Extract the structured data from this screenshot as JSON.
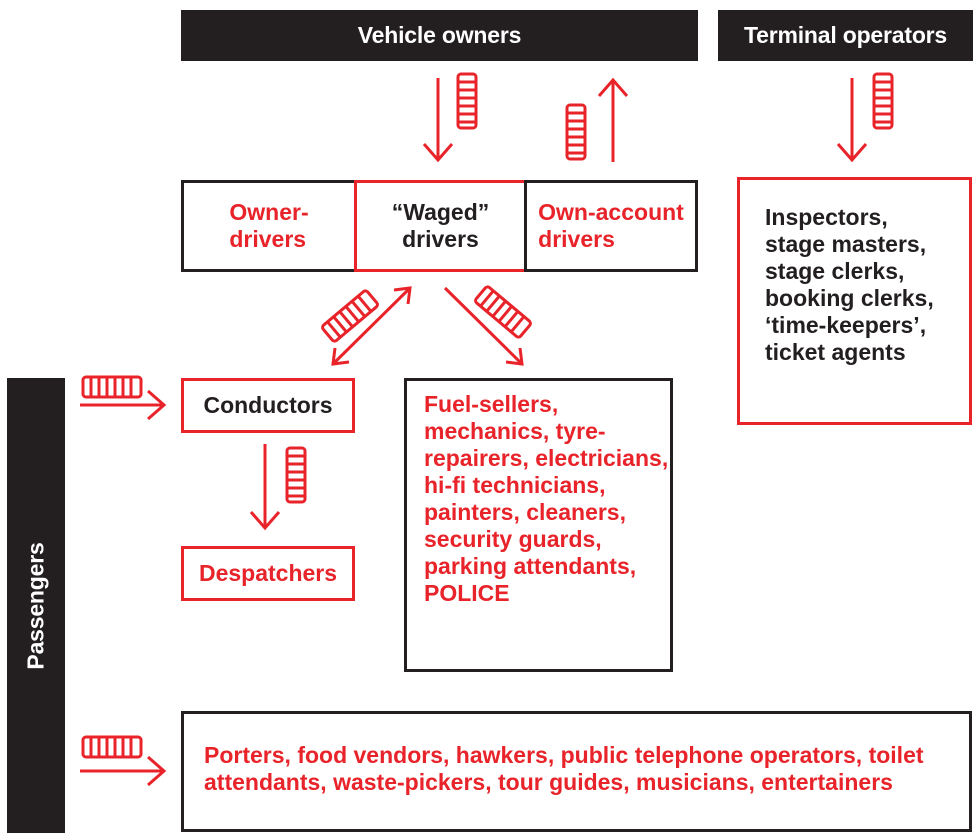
{
  "banners": {
    "vehicle_owners": "Vehicle owners",
    "terminal_operators": "Terminal operators",
    "passengers": "Passengers"
  },
  "drivers": {
    "owner_drivers": "Owner-\ndrivers",
    "waged_drivers": "“Waged”\ndrivers",
    "own_account_drivers": "Own-account\ndrivers"
  },
  "terminal_staff": "Inspectors,\nstage masters,\nstage clerks,\nbooking clerks,\n‘time-keepers’,\nticket agents",
  "conductors": "Conductors",
  "despatchers": "Despatchers",
  "service_providers": "Fuel-sellers,\nmechanics, tyre-\nrepairers, electricians,\nhi-fi technicians,\npainters, cleaners,\nsecurity guards,\nparking attendants,\nPOLICE",
  "passenger_services": "Porters, food vendors, hawkers, public telephone operators, toilet\nattendants, waste-pickers, tour guides, musicians, entertainers",
  "colors": {
    "accent_red": "#e8232a",
    "dark": "#231f20",
    "background": "#ffffff"
  },
  "icons": {
    "money": "coin-stack-icon"
  }
}
